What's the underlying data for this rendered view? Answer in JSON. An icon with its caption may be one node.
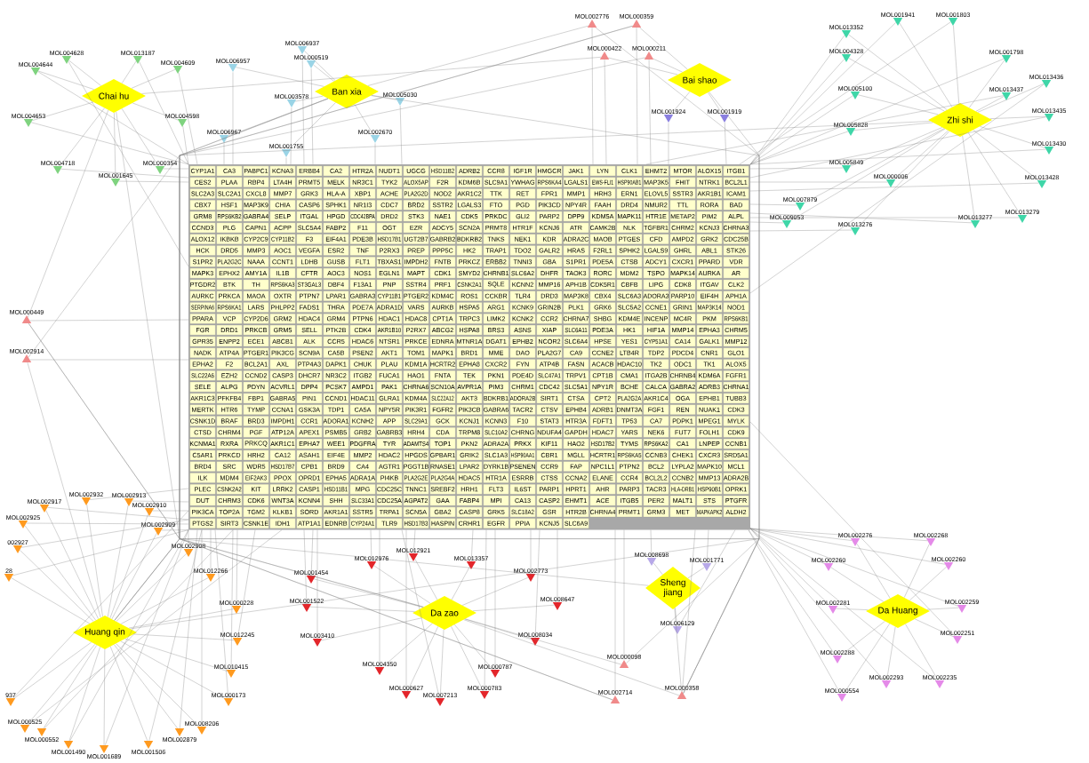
{
  "diagram": {
    "nodes": [
      {
        "text": [
          "MOL004628"
        ]
      },
      {
        "text": [
          "MOL013187"
        ]
      },
      {
        "text": [
          "MOL004644"
        ]
      },
      {
        "text": [
          "MOL004609"
        ]
      },
      {
        "text": [
          "Chai hu"
        ]
      },
      {
        "text": [
          "MOL004653"
        ]
      },
      {
        "text": [
          "MOL004598"
        ]
      },
      {
        "text": [
          "MOL004718"
        ]
      },
      {
        "text": [
          "MOL000354"
        ]
      },
      {
        "text": [
          "MOL001645"
        ]
      },
      {
        "text": [
          "MOL006937"
        ]
      },
      {
        "text": [
          "MOL006957"
        ]
      },
      {
        "text": [
          "MOL000519"
        ]
      },
      {
        "text": [
          "MOL003578"
        ]
      },
      {
        "text": [
          "Ban xia"
        ]
      },
      {
        "text": [
          "MOL005030"
        ]
      },
      {
        "text": [
          "MOL006967"
        ]
      },
      {
        "text": [
          "MOL002670"
        ]
      },
      {
        "text": [
          "MOL001755"
        ]
      },
      {
        "text": [
          "MOL002776"
        ]
      },
      {
        "text": [
          "MOL000359"
        ]
      },
      {
        "text": [
          "MOL000422"
        ]
      },
      {
        "text": [
          "MOL000211"
        ]
      },
      {
        "text": [
          "Bai shao"
        ]
      },
      {
        "text": [
          "MOL001924"
        ]
      },
      {
        "text": [
          "MOL001919"
        ]
      },
      {
        "text": [
          "MOL001941"
        ]
      },
      {
        "text": [
          "MOL001803"
        ]
      },
      {
        "text": [
          "MOL013352"
        ]
      },
      {
        "text": [
          "MOL001798"
        ]
      },
      {
        "text": [
          "MOL004328"
        ]
      },
      {
        "text": [
          "MOL013437"
        ]
      },
      {
        "text": [
          "MOL013436"
        ]
      },
      {
        "text": [
          "MOL005100"
        ]
      },
      {
        "text": [
          "Zhi shi"
        ]
      },
      {
        "text": [
          "MOL005828"
        ]
      },
      {
        "text": [
          "MOL013435"
        ]
      },
      {
        "text": [
          "MOL005849"
        ]
      },
      {
        "text": [
          "MOL013430"
        ]
      },
      {
        "text": [
          "MOL000006"
        ]
      },
      {
        "text": [
          "MOL013428"
        ]
      },
      {
        "text": [
          "MOL007879"
        ]
      },
      {
        "text": [
          "MOL013279"
        ]
      },
      {
        "text": [
          "MOL009053"
        ]
      },
      {
        "text": [
          "MOL013277"
        ]
      },
      {
        "text": [
          "MOL013276"
        ]
      },
      {
        "text": [
          "MOL000449"
        ]
      },
      {
        "text": [
          "MOL002914"
        ]
      },
      {
        "text": [],
        "shape": "box"
      },
      {
        "text": [
          "MOL002932"
        ]
      },
      {
        "text": [
          "MOL002917"
        ]
      },
      {
        "text": [
          "MOL002913"
        ]
      },
      {
        "text": [
          "MOL002910"
        ]
      },
      {
        "text": [
          "MOL002925"
        ]
      },
      {
        "text": [
          "MOL002909"
        ]
      },
      {
        "text": [
          "002927"
        ]
      },
      {
        "text": [
          "MOL002908"
        ]
      },
      {
        "text": [
          "28"
        ]
      },
      {
        "text": [
          "MOL012266"
        ]
      },
      {
        "text": [
          "MOL000228"
        ]
      },
      {
        "text": [
          "Huang qin"
        ]
      },
      {
        "text": [
          "MOL012245"
        ]
      },
      {
        "text": [
          "MOL010415"
        ]
      },
      {
        "text": [
          "937"
        ]
      },
      {
        "text": [
          "MOL000173"
        ]
      },
      {
        "text": [
          "MOL000525"
        ]
      },
      {
        "text": [
          "MOL008206"
        ]
      },
      {
        "text": [
          "MOL000552"
        ]
      },
      {
        "text": [
          "MOL002879"
        ]
      },
      {
        "text": [
          "MOL001490"
        ]
      },
      {
        "text": [
          "MOL001506"
        ]
      },
      {
        "text": [
          "MOL001689"
        ]
      },
      {
        "text": [
          "MOL012921"
        ]
      },
      {
        "text": [
          "MOL012976"
        ]
      },
      {
        "text": [
          "MOL013357"
        ]
      },
      {
        "text": [
          "MOL001454"
        ]
      },
      {
        "text": [
          "MOL002773"
        ]
      },
      {
        "text": [
          "MOL008647"
        ]
      },
      {
        "text": [
          "MOL001522"
        ]
      },
      {
        "text": [
          "Da zao"
        ]
      },
      {
        "text": [
          "MOL003410"
        ]
      },
      {
        "text": [
          "MOL008034"
        ]
      },
      {
        "text": [
          "MOL004350"
        ]
      },
      {
        "text": [
          "MOL000787"
        ]
      },
      {
        "text": [
          "MOL000627"
        ]
      },
      {
        "text": [
          "MOL000783"
        ]
      },
      {
        "text": [
          "MOL007213"
        ]
      },
      {
        "text": [
          "MOL008698"
        ]
      },
      {
        "text": [
          "MOL001771"
        ]
      },
      {
        "text": [
          "Sheng jiang"
        ]
      },
      {
        "text": [
          "MOL006129"
        ]
      },
      {
        "text": [
          "MOL000098"
        ]
      },
      {
        "text": [
          "MOL002714"
        ]
      },
      {
        "text": [
          "MOL000358"
        ]
      },
      {
        "text": [
          "MOL002276"
        ]
      },
      {
        "text": [
          "MOL002268"
        ]
      },
      {
        "text": [
          "MOL002260"
        ]
      },
      {
        "text": [
          "MOL002260"
        ]
      },
      {
        "text": [
          "MOL002259"
        ]
      },
      {
        "text": [
          "MOL002281"
        ]
      },
      {
        "text": [
          "Da Huang"
        ]
      },
      {
        "text": [
          "MOL002251"
        ]
      },
      {
        "text": [
          "MOL002288"
        ]
      },
      {
        "text": [
          "MOL002293"
        ]
      },
      {
        "text": [
          "MOL000554"
        ]
      },
      {
        "text": [
          "MOL002235"
        ]
      }
    ],
    "edges": [
      {
        "from": 4,
        "to": 0,
        "arrow": "none"
      },
      {
        "from": 4,
        "to": 1,
        "arrow": "none"
      },
      {
        "from": 4,
        "to": 2,
        "arrow": "none"
      },
      {
        "from": 4,
        "to": 3,
        "arrow": "none"
      },
      {
        "from": 4,
        "to": 5,
        "arrow": "none"
      },
      {
        "from": 4,
        "to": 6,
        "arrow": "none"
      },
      {
        "from": 4,
        "to": 7,
        "arrow": "none"
      },
      {
        "from": 4,
        "to": 8,
        "arrow": "none"
      },
      {
        "from": 4,
        "to": 9,
        "arrow": "none"
      },
      {
        "from": 4,
        "to": 21,
        "arrow": "none"
      },
      {
        "from": 4,
        "to": 46,
        "arrow": "none"
      },
      {
        "from": 4,
        "to": 91,
        "arrow": "none"
      },
      {
        "from": 14,
        "to": 10,
        "arrow": "none"
      },
      {
        "from": 14,
        "to": 11,
        "arrow": "none"
      },
      {
        "from": 14,
        "to": 12,
        "arrow": "none"
      },
      {
        "from": 14,
        "to": 13,
        "arrow": "none"
      },
      {
        "from": 14,
        "to": 15,
        "arrow": "none"
      },
      {
        "from": 14,
        "to": 16,
        "arrow": "none"
      },
      {
        "from": 14,
        "to": 17,
        "arrow": "none"
      },
      {
        "from": 14,
        "to": 18,
        "arrow": "none"
      },
      {
        "from": 14,
        "to": 19,
        "arrow": "none"
      },
      {
        "from": 14,
        "to": 46,
        "arrow": "none"
      },
      {
        "from": 14,
        "to": 92,
        "arrow": "none"
      },
      {
        "from": 14,
        "to": 93,
        "arrow": "none"
      },
      {
        "from": 23,
        "to": 20,
        "arrow": "none"
      },
      {
        "from": 23,
        "to": 21,
        "arrow": "none"
      },
      {
        "from": 23,
        "to": 22,
        "arrow": "none"
      },
      {
        "from": 23,
        "to": 24,
        "arrow": "none"
      },
      {
        "from": 23,
        "to": 25,
        "arrow": "none"
      },
      {
        "from": 23,
        "to": 93,
        "arrow": "none"
      },
      {
        "from": 34,
        "to": 26,
        "arrow": "none"
      },
      {
        "from": 34,
        "to": 27,
        "arrow": "none"
      },
      {
        "from": 34,
        "to": 28,
        "arrow": "none"
      },
      {
        "from": 34,
        "to": 29,
        "arrow": "none"
      },
      {
        "from": 34,
        "to": 30,
        "arrow": "none"
      },
      {
        "from": 34,
        "to": 31,
        "arrow": "none"
      },
      {
        "from": 34,
        "to": 32,
        "arrow": "none"
      },
      {
        "from": 34,
        "to": 33,
        "arrow": "none"
      },
      {
        "from": 34,
        "to": 35,
        "arrow": "none"
      },
      {
        "from": 34,
        "to": 36,
        "arrow": "none"
      },
      {
        "from": 34,
        "to": 37,
        "arrow": "none"
      },
      {
        "from": 34,
        "to": 38,
        "arrow": "none"
      },
      {
        "from": 34,
        "to": 39,
        "arrow": "none"
      },
      {
        "from": 34,
        "to": 40,
        "arrow": "none"
      },
      {
        "from": 34,
        "to": 41,
        "arrow": "none"
      },
      {
        "from": 34,
        "to": 42,
        "arrow": "none"
      },
      {
        "from": 34,
        "to": 43,
        "arrow": "none"
      },
      {
        "from": 34,
        "to": 44,
        "arrow": "none"
      },
      {
        "from": 34,
        "to": 45,
        "arrow": "none"
      },
      {
        "from": 34,
        "to": 47,
        "arrow": "none"
      },
      {
        "from": 60,
        "to": 19,
        "arrow": "none"
      },
      {
        "from": 60,
        "to": 20,
        "arrow": "none"
      },
      {
        "from": 60,
        "to": 47,
        "arrow": "none"
      },
      {
        "from": 60,
        "to": 49,
        "arrow": "none"
      },
      {
        "from": 60,
        "to": 50,
        "arrow": "none"
      },
      {
        "from": 60,
        "to": 51,
        "arrow": "none"
      },
      {
        "from": 60,
        "to": 52,
        "arrow": "none"
      },
      {
        "from": 60,
        "to": 53,
        "arrow": "none"
      },
      {
        "from": 60,
        "to": 54,
        "arrow": "none"
      },
      {
        "from": 60,
        "to": 55,
        "arrow": "none"
      },
      {
        "from": 60,
        "to": 56,
        "arrow": "none"
      },
      {
        "from": 60,
        "to": 57,
        "arrow": "none"
      },
      {
        "from": 60,
        "to": 58,
        "arrow": "none"
      },
      {
        "from": 60,
        "to": 59,
        "arrow": "none"
      },
      {
        "from": 60,
        "to": 61,
        "arrow": "none"
      },
      {
        "from": 60,
        "to": 62,
        "arrow": "none"
      },
      {
        "from": 60,
        "to": 63,
        "arrow": "none"
      },
      {
        "from": 60,
        "to": 64,
        "arrow": "none"
      },
      {
        "from": 60,
        "to": 65,
        "arrow": "none"
      },
      {
        "from": 60,
        "to": 66,
        "arrow": "none"
      },
      {
        "from": 60,
        "to": 67,
        "arrow": "none"
      },
      {
        "from": 60,
        "to": 68,
        "arrow": "none"
      },
      {
        "from": 60,
        "to": 69,
        "arrow": "none"
      },
      {
        "from": 60,
        "to": 70,
        "arrow": "none"
      },
      {
        "from": 60,
        "to": 71,
        "arrow": "none"
      },
      {
        "from": 60,
        "to": 92,
        "arrow": "none"
      },
      {
        "from": 60,
        "to": 93,
        "arrow": "none"
      },
      {
        "from": 79,
        "to": 22,
        "arrow": "none"
      },
      {
        "from": 79,
        "to": 46,
        "arrow": "none"
      },
      {
        "from": 79,
        "to": 72,
        "arrow": "none"
      },
      {
        "from": 79,
        "to": 73,
        "arrow": "none"
      },
      {
        "from": 79,
        "to": 74,
        "arrow": "none"
      },
      {
        "from": 79,
        "to": 75,
        "arrow": "none"
      },
      {
        "from": 79,
        "to": 76,
        "arrow": "none"
      },
      {
        "from": 79,
        "to": 77,
        "arrow": "none"
      },
      {
        "from": 79,
        "to": 78,
        "arrow": "none"
      },
      {
        "from": 79,
        "to": 80,
        "arrow": "none"
      },
      {
        "from": 79,
        "to": 81,
        "arrow": "none"
      },
      {
        "from": 79,
        "to": 82,
        "arrow": "none"
      },
      {
        "from": 79,
        "to": 83,
        "arrow": "none"
      },
      {
        "from": 79,
        "to": 84,
        "arrow": "none"
      },
      {
        "from": 79,
        "to": 85,
        "arrow": "none"
      },
      {
        "from": 79,
        "to": 86,
        "arrow": "none"
      },
      {
        "from": 79,
        "to": 91,
        "arrow": "none"
      },
      {
        "from": 79,
        "to": 93,
        "arrow": "none"
      },
      {
        "from": 89,
        "to": 20,
        "arrow": "none"
      },
      {
        "from": 89,
        "to": 87,
        "arrow": "none"
      },
      {
        "from": 89,
        "to": 88,
        "arrow": "none"
      },
      {
        "from": 89,
        "to": 90,
        "arrow": "none"
      },
      {
        "from": 89,
        "to": 93,
        "arrow": "none"
      },
      {
        "from": 100,
        "to": 94,
        "arrow": "none"
      },
      {
        "from": 100,
        "to": 95,
        "arrow": "none"
      },
      {
        "from": 100,
        "to": 96,
        "arrow": "none"
      },
      {
        "from": 100,
        "to": 97,
        "arrow": "none"
      },
      {
        "from": 100,
        "to": 98,
        "arrow": "none"
      },
      {
        "from": 100,
        "to": 99,
        "arrow": "none"
      },
      {
        "from": 100,
        "to": 101,
        "arrow": "none"
      },
      {
        "from": 100,
        "to": 102,
        "arrow": "none"
      },
      {
        "from": 100,
        "to": 103,
        "arrow": "none"
      },
      {
        "from": 100,
        "to": 104,
        "arrow": "none"
      },
      {
        "from": 100,
        "to": 105,
        "arrow": "none"
      },
      {
        "from": 0,
        "to": 48,
        "arrow": "none"
      },
      {
        "from": 1,
        "to": 48,
        "arrow": "none"
      },
      {
        "from": 2,
        "to": 48,
        "arrow": "none"
      },
      {
        "from": 3,
        "to": 48,
        "arrow": "none"
      },
      {
        "from": 5,
        "to": 48,
        "arrow": "none"
      },
      {
        "from": 6,
        "to": 48,
        "arrow": "none"
      },
      {
        "from": 7,
        "to": 48,
        "arrow": "none"
      },
      {
        "from": 8,
        "to": 48,
        "arrow": "none"
      },
      {
        "from": 9,
        "to": 48,
        "arrow": "none"
      },
      {
        "from": 10,
        "to": 48,
        "arrow": "none"
      },
      {
        "from": 11,
        "to": 48,
        "arrow": "none"
      },
      {
        "from": 12,
        "to": 48,
        "arrow": "none"
      },
      {
        "from": 13,
        "to": 48,
        "arrow": "none"
      },
      {
        "from": 15,
        "to": 48,
        "arrow": "none"
      },
      {
        "from": 16,
        "to": 48,
        "arrow": "none"
      },
      {
        "from": 17,
        "to": 48,
        "arrow": "none"
      },
      {
        "from": 18,
        "to": 48,
        "arrow": "none"
      },
      {
        "from": 19,
        "to": 48,
        "arrow": "none"
      },
      {
        "from": 20,
        "to": 48,
        "arrow": "none"
      },
      {
        "from": 21,
        "to": 48,
        "arrow": "none"
      },
      {
        "from": 22,
        "to": 48,
        "arrow": "none"
      },
      {
        "from": 24,
        "to": 48,
        "arrow": "none"
      },
      {
        "from": 25,
        "to": 48,
        "arrow": "none"
      },
      {
        "from": 26,
        "to": 48,
        "arrow": "none"
      },
      {
        "from": 27,
        "to": 48,
        "arrow": "none"
      },
      {
        "from": 28,
        "to": 48,
        "arrow": "none"
      },
      {
        "from": 29,
        "to": 48,
        "arrow": "none"
      },
      {
        "from": 30,
        "to": 48,
        "arrow": "none"
      },
      {
        "from": 31,
        "to": 48,
        "arrow": "none"
      },
      {
        "from": 32,
        "to": 48,
        "arrow": "none"
      },
      {
        "from": 33,
        "to": 48,
        "arrow": "none"
      },
      {
        "from": 35,
        "to": 48,
        "arrow": "none"
      },
      {
        "from": 36,
        "to": 48,
        "arrow": "none"
      },
      {
        "from": 37,
        "to": 48,
        "arrow": "none"
      },
      {
        "from": 38,
        "to": 48,
        "arrow": "none"
      },
      {
        "from": 39,
        "to": 48,
        "arrow": "none"
      },
      {
        "from": 40,
        "to": 48,
        "arrow": "none"
      },
      {
        "from": 41,
        "to": 48,
        "arrow": "none"
      },
      {
        "from": 42,
        "to": 48,
        "arrow": "none"
      },
      {
        "from": 43,
        "to": 48,
        "arrow": "none"
      },
      {
        "from": 44,
        "to": 48,
        "arrow": "none"
      },
      {
        "from": 45,
        "to": 48,
        "arrow": "none"
      },
      {
        "from": 46,
        "to": 48,
        "arrow": "none"
      },
      {
        "from": 47,
        "to": 48,
        "arrow": "none"
      },
      {
        "from": 49,
        "to": 48,
        "arrow": "none"
      },
      {
        "from": 50,
        "to": 48,
        "arrow": "none"
      },
      {
        "from": 51,
        "to": 48,
        "arrow": "none"
      },
      {
        "from": 52,
        "to": 48,
        "arrow": "none"
      },
      {
        "from": 53,
        "to": 48,
        "arrow": "none"
      },
      {
        "from": 54,
        "to": 48,
        "arrow": "none"
      },
      {
        "from": 55,
        "to": 48,
        "arrow": "none"
      },
      {
        "from": 56,
        "to": 48,
        "arrow": "none"
      },
      {
        "from": 57,
        "to": 48,
        "arrow": "none"
      },
      {
        "from": 58,
        "to": 48,
        "arrow": "none"
      },
      {
        "from": 59,
        "to": 48,
        "arrow": "none"
      },
      {
        "from": 61,
        "to": 48,
        "arrow": "none"
      },
      {
        "from": 62,
        "to": 48,
        "arrow": "none"
      },
      {
        "from": 63,
        "to": 48,
        "arrow": "none"
      },
      {
        "from": 64,
        "to": 48,
        "arrow": "none"
      },
      {
        "from": 65,
        "to": 48,
        "arrow": "none"
      },
      {
        "from": 66,
        "to": 48,
        "arrow": "none"
      },
      {
        "from": 67,
        "to": 48,
        "arrow": "none"
      },
      {
        "from": 68,
        "to": 48,
        "arrow": "none"
      },
      {
        "from": 69,
        "to": 48,
        "arrow": "none"
      },
      {
        "from": 70,
        "to": 48,
        "arrow": "none"
      },
      {
        "from": 71,
        "to": 48,
        "arrow": "none"
      },
      {
        "from": 72,
        "to": 48,
        "arrow": "none"
      },
      {
        "from": 73,
        "to": 48,
        "arrow": "none"
      },
      {
        "from": 74,
        "to": 48,
        "arrow": "none"
      },
      {
        "from": 75,
        "to": 48,
        "arrow": "none"
      },
      {
        "from": 76,
        "to": 48,
        "arrow": "none"
      },
      {
        "from": 77,
        "to": 48,
        "arrow": "none"
      },
      {
        "from": 78,
        "to": 48,
        "arrow": "none"
      },
      {
        "from": 80,
        "to": 48,
        "arrow": "none"
      },
      {
        "from": 81,
        "to": 48,
        "arrow": "none"
      },
      {
        "from": 82,
        "to": 48,
        "arrow": "none"
      },
      {
        "from": 83,
        "to": 48,
        "arrow": "none"
      },
      {
        "from": 84,
        "to": 48,
        "arrow": "none"
      },
      {
        "from": 85,
        "to": 48,
        "arrow": "none"
      },
      {
        "from": 86,
        "to": 48,
        "arrow": "none"
      },
      {
        "from": 87,
        "to": 48,
        "arrow": "none"
      },
      {
        "from": 88,
        "to": 48,
        "arrow": "none"
      },
      {
        "from": 90,
        "to": 48,
        "arrow": "none"
      },
      {
        "from": 91,
        "to": 48,
        "arrow": "none"
      },
      {
        "from": 92,
        "to": 48,
        "arrow": "none"
      },
      {
        "from": 93,
        "to": 48,
        "arrow": "none"
      },
      {
        "from": 94,
        "to": 48,
        "arrow": "none"
      },
      {
        "from": 95,
        "to": 48,
        "arrow": "none"
      },
      {
        "from": 96,
        "to": 48,
        "arrow": "none"
      },
      {
        "from": 97,
        "to": 48,
        "arrow": "none"
      },
      {
        "from": 98,
        "to": 48,
        "arrow": "none"
      },
      {
        "from": 99,
        "to": 48,
        "arrow": "none"
      },
      {
        "from": 101,
        "to": 48,
        "arrow": "none"
      },
      {
        "from": 102,
        "to": 48,
        "arrow": "none"
      },
      {
        "from": 103,
        "to": 48,
        "arrow": "none"
      },
      {
        "from": 104,
        "to": 48,
        "arrow": "none"
      },
      {
        "from": 105,
        "to": 48,
        "arrow": "none"
      }
    ],
    "labels": [
      "CYP1A1",
      "CA3",
      "PABPC1",
      "KCNA3",
      "ERBB4",
      "CA2",
      "HTR2A",
      "NUDT1",
      "UGCG",
      "HSD11B2",
      "ADRB2",
      "CCR8",
      "IGF1R",
      "HMGCR",
      "JAK1",
      "LYN",
      "CLK1",
      "EHMT2",
      "MTOR",
      "ALOX15",
      "ITGB1",
      "CES2",
      "PLAA",
      "RBP4",
      "LTA4H",
      "PRMT5",
      "MELK",
      "NR3C1",
      "TYK2",
      "ALOX5AP",
      "F2R",
      "KDM6B",
      "SLC9A1",
      "YWHAG",
      "RPS6KA4",
      "LGALS1",
      "EWS-FLI1",
      "HSP90AB1",
      "MAP3K5",
      "FHIT",
      "NTRK1",
      "BCL2L1",
      "SLC2A3",
      "SLC2A1",
      "CXCL8",
      "MMP7",
      "GRK3",
      "HLA-A",
      "XBP1",
      "ACHE",
      "PLA2G2D",
      "NOD2",
      "AKR1C2",
      "TTK",
      "RET",
      "FPR1",
      "MMP1",
      "HRH3",
      "ERN1",
      "ELOVL5",
      "SSTR3",
      "AKR1B1",
      "ICAM1",
      "CBX7",
      "HSF1",
      "MAP3K9",
      "CHIA",
      "CASP6",
      "SPHK1",
      "NR1I3",
      "CDC7",
      "BRD2",
      "SSTR2",
      "LGALS3",
      "FTO",
      "PGD",
      "PIK3CD",
      "NPY4R",
      "FAAH",
      "DRD4",
      "NMUR2",
      "TTL",
      "RORA",
      "BAD",
      "GRM8",
      "RPS6KB2",
      "GABRA4",
      "SELP",
      "ITGAL",
      "HPGD",
      "CDC42BPA",
      "DRD2",
      "STK3",
      "NAE1",
      "CDK5",
      "PRKDC",
      "GLI2",
      "PARP2",
      "DPP9",
      "KDM5A",
      "MAPK11",
      "HTR1E",
      "METAP2",
      "PIM2",
      "ALPL",
      "CCND3",
      "PLG",
      "CAPN1",
      "ACPP",
      "SLC5A4",
      "FABP2",
      "F11",
      "OGT",
      "EZR",
      "ADCY5",
      "SCN2A",
      "PRMT8",
      "HTR1F",
      "KCNJ6",
      "ATR",
      "CAMK2B",
      "NLK",
      "TGFBR1",
      "CHRM2",
      "KCNJ3",
      "CHRNA3",
      "ALOX12",
      "IKBKB",
      "CYP2C9",
      "CYP11B2",
      "F3",
      "EIF4A1",
      "PDE3B",
      "HSD17B1",
      "UGT2B7",
      "GABRB2",
      "BDKRB2",
      "TNKS",
      "NEK1",
      "KDR",
      "ADRA2C",
      "MAOB",
      "PTGES",
      "CFD",
      "AMPD2",
      "GRK2",
      "CDC25B",
      "HCK",
      "DRD5",
      "MMP3",
      "AOC1",
      "VEGFA",
      "ESR2",
      "TNF",
      "P2RX3",
      "PREP",
      "PPP5C",
      "HK2",
      "TRAP1",
      "TDO2",
      "GALR2",
      "HRAS",
      "F2RL1",
      "SPHK2",
      "LGALS9",
      "GHRL",
      "ABL1",
      "STK26",
      "S1PR2",
      "PLA2G2C",
      "NAAA",
      "CCNT1",
      "LDHB",
      "GUSB",
      "FLT1",
      "TBXAS1",
      "IMPDH2",
      "FNTB",
      "PRKCZ",
      "ERBB2",
      "TNNI3",
      "GBA",
      "S1PR1",
      "PDE5A",
      "CTSB",
      "ADCY1",
      "CXCR1",
      "PPARD",
      "VDR",
      "MAPK3",
      "EPHX2",
      "AMY1A",
      "IL1B",
      "CFTR",
      "AOC3",
      "NOS1",
      "EGLN1",
      "MAPT",
      "CDK1",
      "SMYD2",
      "CHRNB1",
      "SLC6A2",
      "DHFR",
      "TAOK3",
      "RORC",
      "MDM2",
      "TSPO",
      "MAPK14",
      "AURKA",
      "AR",
      "PTGDR2",
      "BTK",
      "TH",
      "RPS6KA3",
      "ST3GAL3",
      "DBF4",
      "F13A1",
      "PNP",
      "SSTR4",
      "PRF1",
      "CSNK2A1",
      "SQLE",
      "KCNN2",
      "MMP16",
      "APH1B",
      "CDK5R1",
      "CBFB",
      "LIPG",
      "CDK8",
      "ITGAV",
      "CLK2",
      "AURKC",
      "PRKCA",
      "MAOA",
      "OXTR",
      "PTPN7",
      "LPAR1",
      "GABRA3",
      "CYP11B1",
      "PTGER2",
      "KDM4C",
      "ROS1",
      "CCKBR",
      "TLR4",
      "DRD3",
      "MAP3K8",
      "CBX4",
      "SLC6A3",
      "ADORA3",
      "PARP10",
      "EIF4H",
      "APH1A",
      "SERPINA6",
      "RPS6KA1",
      "LARS",
      "PHLPP2",
      "FADS1",
      "THRA",
      "PDE7A",
      "ADRA1D",
      "VARS",
      "AURKB",
      "HSPA5",
      "ARG1",
      "KCNK9",
      "GRIN2B",
      "PLK1",
      "GRK6",
      "SLC5A2",
      "CCNE1",
      "GRIN1",
      "MAP3K14",
      "NOD1",
      "PPARA",
      "VCP",
      "CYP2D6",
      "GRM2",
      "HDAC4",
      "GRM4",
      "PTPN6",
      "HDAC1",
      "HDAC8",
      "CPT1A",
      "TRPC3",
      "LIMK2",
      "KCNK2",
      "CCR2",
      "CHRNA7",
      "SHBG",
      "KDM4E",
      "INCENP",
      "MC4R",
      "PKM",
      "RPS6KB1",
      "FGR",
      "DRD1",
      "PRKCB",
      "GRM5",
      "SELL",
      "PTK2B",
      "CDK4",
      "AKR1B10",
      "P2RX7",
      "ABCG2",
      "HSPA8",
      "BRS3",
      "ASNS",
      "XIAP",
      "SLC6A11",
      "PDE3A",
      "HK1",
      "HIF1A",
      "MMP14",
      "EPHA3",
      "CHRM5",
      "GPR35",
      "ENPP2",
      "ECE1",
      "ABCB1",
      "ALK",
      "CCR5",
      "HDAC6",
      "NTSR1",
      "PRKCE",
      "EDNRA",
      "MTNR1A",
      "DGAT1",
      "EPHB2",
      "NCOR2",
      "SLC6A4",
      "HPSE",
      "YES1",
      "CYP51A1",
      "CA14",
      "GALK1",
      "MMP12",
      "NADK",
      "ATP4A",
      "PTGER1",
      "PIK3CG",
      "SCN9A",
      "CA5B",
      "PSEN2",
      "AKT1",
      "TOM1",
      "MAPK1",
      "BRD1",
      "MME",
      "DAO",
      "PLA2G7",
      "CA9",
      "CCNE2",
      "LTB4R",
      "TDP2",
      "PDCD4",
      "CNR1",
      "GLO1",
      "EPHA2",
      "F2",
      "BCL2A1",
      "AXL",
      "PTP4A3",
      "DAPK1",
      "CHUK",
      "PLAU",
      "KDM1A",
      "HCRTR2",
      "EPHA8",
      "CXCR2",
      "FYN",
      "ATP4B",
      "FASN",
      "ACACB",
      "HDAC10",
      "TK2",
      "ODC1",
      "TK1",
      "ALOX5",
      "SLC22A6",
      "EZH2",
      "CCND2",
      "CASP3",
      "DHCR7",
      "NR3C2",
      "ITGB2",
      "FUCA1",
      "HAO1",
      "FNTA",
      "TEK",
      "PKN1",
      "PDE4D",
      "SLC47A1",
      "TRPV1",
      "CPT1B",
      "CMA1",
      "ITGA2B",
      "CHRNB4",
      "KDM6A",
      "FGFR1",
      "SELE",
      "ALPG",
      "PDYN",
      "ACVRL1",
      "DPP4",
      "PCSK7",
      "AMPD1",
      "PAK1",
      "CHRNA6",
      "SCN10A",
      "AVPR1A",
      "PIM3",
      "CHRM1",
      "CDC42",
      "SLC5A1",
      "NPY1R",
      "BCHE",
      "CALCA",
      "GABRA2",
      "ADRB3",
      "CHRNA1",
      "AKR1C3",
      "PFKFB4",
      "FBP1",
      "GABRA5",
      "PIN1",
      "CCND1",
      "HDAC11",
      "GLRA1",
      "KDM4A",
      "SLC22A12",
      "AKT3",
      "BDKRB1",
      "ADORA2B",
      "SIRT1",
      "CTSA",
      "CPT2",
      "PLA2G2A",
      "AKR1C4",
      "OGA",
      "EPHB1",
      "TUBB3",
      "MERTK",
      "HTR6",
      "TYMP",
      "CCNA1",
      "GSK3A",
      "TDP1",
      "CA5A",
      "NPY5R",
      "PIK3R1",
      "FGFR2",
      "PIK3CB",
      "GABRA6",
      "TACR2",
      "CTSV",
      "EPHB4",
      "ADRB1",
      "DNMT3A",
      "FGF1",
      "REN",
      "NUAK1",
      "CDK3",
      "CSNK1D",
      "BRAF",
      "BRD3",
      "IMPDH1",
      "CCR1",
      "ADORA1",
      "KCNH2",
      "APP",
      "SLC29A1",
      "GCK",
      "KCNJ1",
      "KCNN3",
      "F10",
      "STAT3",
      "HTR3A",
      "FDFT1",
      "TP53",
      "CA7",
      "PDPK1",
      "MPEG1",
      "MYLK",
      "CTSD",
      "CHRM4",
      "PGF",
      "ATP12A",
      "APEX1",
      "PSMB5",
      "GRB2",
      "GABRB3",
      "HRH4",
      "CDA",
      "TRPM8",
      "SLC10A2",
      "CHRNG",
      "NDUFA4",
      "GAPDH",
      "HDAC7",
      "YARS",
      "NEK6",
      "FUT7",
      "FOLH1",
      "CDK9",
      "KCNMA1",
      "RXRA",
      "PRKCQ",
      "AKR1C1",
      "EPHA7",
      "WEE1",
      "PDGFRA",
      "TYR",
      "ADAMTS4",
      "TOP1",
      "PKN2",
      "ADRA2A",
      "PRKX",
      "KIF11",
      "HAO2",
      "HSD17B2",
      "TYMS",
      "RPS6KA2",
      "CA1",
      "LNPEP",
      "CCNB1",
      "C5AR1",
      "PRKCD",
      "HRH2",
      "CA12",
      "ASAH1",
      "EIF4E",
      "MMP2",
      "HDAC2",
      "HPGDS",
      "GPBAR1",
      "GRIK2",
      "SLC1A3",
      "HSP90AA1",
      "CBR1",
      "MGLL",
      "HCRTR1",
      "RPS6KA5",
      "CCNB3",
      "CHEK1",
      "CXCR3",
      "SRD5A1",
      "BRD4",
      "SRC",
      "WDR5",
      "HSD17B7",
      "CPB1",
      "BRD9",
      "CA4",
      "AGTR1",
      "PGGT1B",
      "RNASE1",
      "LPAR2",
      "DYRK1B",
      "PSENEN",
      "CCR9",
      "FAP",
      "NPC1L1",
      "PTPN2",
      "BCL2",
      "LYPLA2",
      "MAPK10",
      "MCL1",
      "ILK",
      "MDM4",
      "EIF2AK3",
      "PPOX",
      "OPRD1",
      "EPHA5",
      "ADRA1A",
      "PI4KB",
      "PLA2G2E",
      "PLA2G4A",
      "HDAC5",
      "HTR1A",
      "ESRRB",
      "CTSS",
      "CCNA2",
      "ELANE",
      "CCR4",
      "BCL2L2",
      "CCNB2",
      "MMP13",
      "ADRA2B",
      "PLEC",
      "CSNK2A2",
      "KIT",
      "LRRK2",
      "CASP1",
      "HSD11B1",
      "MPG",
      "CDC25C",
      "TNNC1",
      "SREBF2",
      "HRH1",
      "FLT3",
      "IL6ST",
      "PARP1",
      "HPRT1",
      "AHR",
      "PARP3",
      "TACR3",
      "HLA-DRB1",
      "HSP90B1",
      "OPRK1",
      "DUT",
      "CHRM3",
      "CDK6",
      "WNT3A",
      "KCNN4",
      "SHH",
      "SLC33A1",
      "CDC25A",
      "AGPAT2",
      "GAA",
      "FABP4",
      "MPI",
      "CA13",
      "CASP2",
      "EHMT1",
      "ACE",
      "ITGB5",
      "PER2",
      "MALT1",
      "STS",
      "PTGFR",
      "PIK3CA",
      "TOP2A",
      "TGM2",
      "KLKB1",
      "SORD",
      "AKR1A1",
      "SSTR5",
      "TRPA1",
      "SCN5A",
      "GBA2",
      "CASP8",
      "GRK5",
      "SLC18A2",
      "GSR",
      "HTR2B",
      "CHRNA4",
      "PRMT1",
      "GRM3",
      "MET",
      "MAPKAPK2",
      "ALDH2",
      "PTGS2",
      "SIRT3",
      "CSNK1E",
      "IDH1",
      "ATP1A1",
      "EDNRB",
      "CYP24A1",
      "TLR9",
      "HSD17B3",
      "HASPIN",
      "CRHR1",
      "EGFR",
      "PPIA",
      "KCNJ5",
      "SLC6A9"
    ]
  }
}
